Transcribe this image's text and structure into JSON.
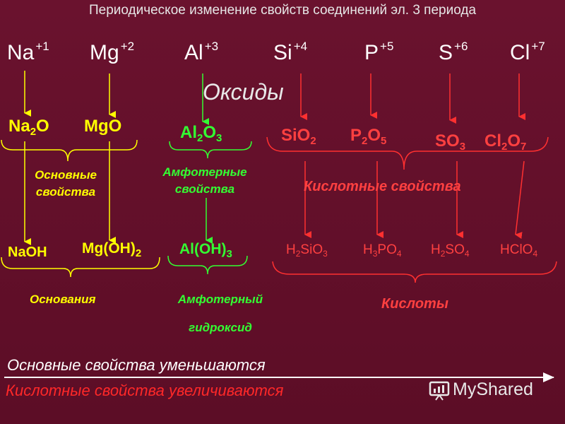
{
  "title": "Периодическое изменение свойств соединений эл. 3 периода",
  "elements": [
    {
      "symbol": "Na",
      "oxidation": "+1"
    },
    {
      "symbol": "Mg",
      "oxidation": "+2"
    },
    {
      "symbol": "Al",
      "oxidation": "+3"
    },
    {
      "symbol": "Si",
      "oxidation": "+4"
    },
    {
      "symbol": "P",
      "oxidation": "+5"
    },
    {
      "symbol": "S",
      "oxidation": "+6"
    },
    {
      "symbol": "Cl",
      "oxidation": "+7"
    }
  ],
  "oxides_label": "Оксиды",
  "oxides": {
    "na2o": [
      "Na",
      "2",
      "O"
    ],
    "mgo": [
      "MgO"
    ],
    "al2o3": [
      "Al",
      "2",
      "O",
      "3"
    ],
    "sio2": [
      "SiO",
      "2"
    ],
    "p2o5": [
      "P",
      "2",
      "O",
      "5"
    ],
    "so3": [
      "SO",
      "3"
    ],
    "cl2o7": [
      "Cl",
      "2",
      "O",
      "7"
    ]
  },
  "properties": {
    "basic_line1": "Основные",
    "basic_line2": "свойства",
    "amphoteric_line1": "Амфотерные",
    "amphoteric_line2": "свойства",
    "acidic": "Кислотные свойства"
  },
  "hydroxides": {
    "naoh": [
      "NaOH"
    ],
    "mgoh2": [
      "Mg(OH)",
      "2"
    ],
    "aloh3": [
      "Al(OH)",
      "3"
    ],
    "h2sio3": [
      "H",
      "2",
      "SiO",
      "3"
    ],
    "h3po4": [
      "H",
      "3",
      "PO",
      "4"
    ],
    "h2so4": [
      "H",
      "2",
      "SO",
      "4"
    ],
    "hclo4": [
      "HClO",
      "4"
    ]
  },
  "groups": {
    "bases": "Основания",
    "amphoteric_hydroxide_line1": "Амфотерный",
    "amphoteric_hydroxide_line2": "гидроксид",
    "acids": "Кислоты"
  },
  "trends": {
    "basic_decrease": "Основные свойства уменьшаются",
    "acidic_increase": "Кислотные свойства увеличиваются"
  },
  "watermark": "MyShared",
  "colors": {
    "background": "#64102a",
    "basic": "#ffff00",
    "amphoteric": "#33ff33",
    "acidic": "#ff4040",
    "arrow_basic": "#ffff00",
    "arrow_amphoteric": "#33ff33",
    "arrow_acidic": "#ff3030"
  }
}
